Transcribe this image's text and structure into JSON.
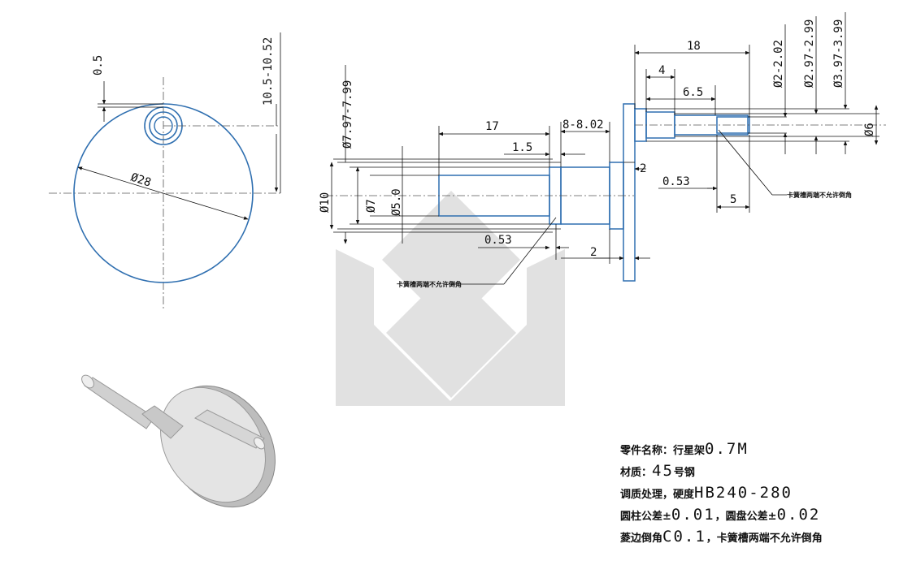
{
  "dimensions": {
    "left_view": {
      "d05": "0.5",
      "d105": "10.5-10.52",
      "d28": "Ø28"
    },
    "front_view": {
      "d797": "Ø7.97-7.99",
      "d17": "17",
      "d8": "8-8.02",
      "d15": "1.5",
      "d10": "Ø10",
      "d7": "Ø7",
      "d50": "Ø5.0",
      "d053a": "0.53",
      "d2a": "2",
      "d2b": "2",
      "d053b": "0.53",
      "d5": "5",
      "d18": "18",
      "d4": "4",
      "d65": "6.5",
      "d202": "Ø2-2.02",
      "d297": "Ø2.97-2.99",
      "d397": "Ø3.97-3.99",
      "d6": "Ø6",
      "note_right": "卡簧槽两端不允许倒角",
      "note_left": "卡簧槽两端不允许倒角"
    }
  },
  "notes": {
    "name_label": "零件名称：行星架",
    "name_value": "0.7M",
    "material_label": "材质：",
    "material_value": "45",
    "material_suffix": "号钢",
    "heat_label": "调质处理，硬度",
    "heat_value": "HB240-280",
    "tol_label1": "圆柱公差±",
    "tol_value1": "0.01",
    "tol_label2": "，圆盘公差±",
    "tol_value2": "0.02",
    "chamfer_label": "菱边倒角",
    "chamfer_value": "C0.1",
    "chamfer_suffix": "，卡簧槽两端不允许倒角"
  },
  "colors": {
    "part_outline": "#2f6fb0",
    "dim_line": "#111111",
    "watermark": "#dcdcdc"
  }
}
